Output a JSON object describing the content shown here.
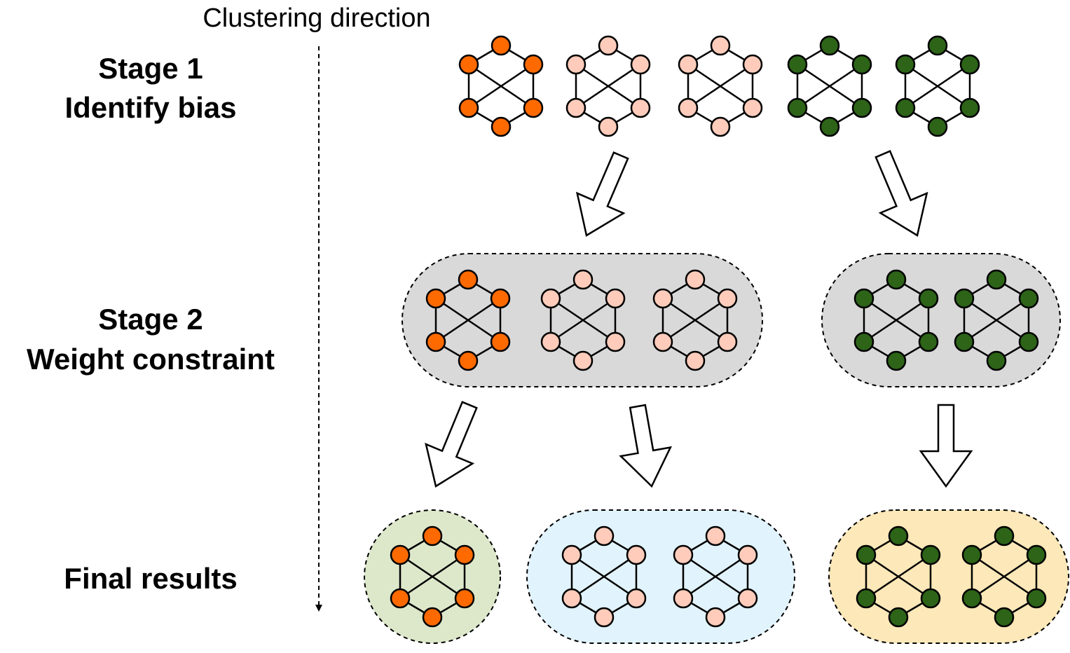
{
  "direction_label": "Clustering direction",
  "stages": {
    "stage1_title": "Stage 1",
    "stage1_subtitle": "Identify bias",
    "stage2_title": "Stage 2",
    "stage2_subtitle": "Weight constraint",
    "final_label": "Final results"
  },
  "colors": {
    "orange": "#FF6A00",
    "pink": "#FFCCBB",
    "green": "#2D6418",
    "container_gray": "#D9D9D9",
    "final_green": "#DDE8CB",
    "final_blue": "#E1F3FC",
    "final_yellow": "#FCE8B8"
  },
  "rows": {
    "stage1_graphs": [
      "orange",
      "pink",
      "pink",
      "green",
      "green"
    ],
    "stage2_groups": [
      {
        "fill": "container_gray",
        "graphs": [
          "orange",
          "pink",
          "pink"
        ]
      },
      {
        "fill": "container_gray",
        "graphs": [
          "green",
          "green"
        ]
      }
    ],
    "final_groups": [
      {
        "fill": "final_green",
        "graphs": [
          "orange"
        ]
      },
      {
        "fill": "final_blue",
        "graphs": [
          "pink",
          "pink"
        ]
      },
      {
        "fill": "final_yellow",
        "graphs": [
          "green",
          "green"
        ]
      }
    ]
  }
}
